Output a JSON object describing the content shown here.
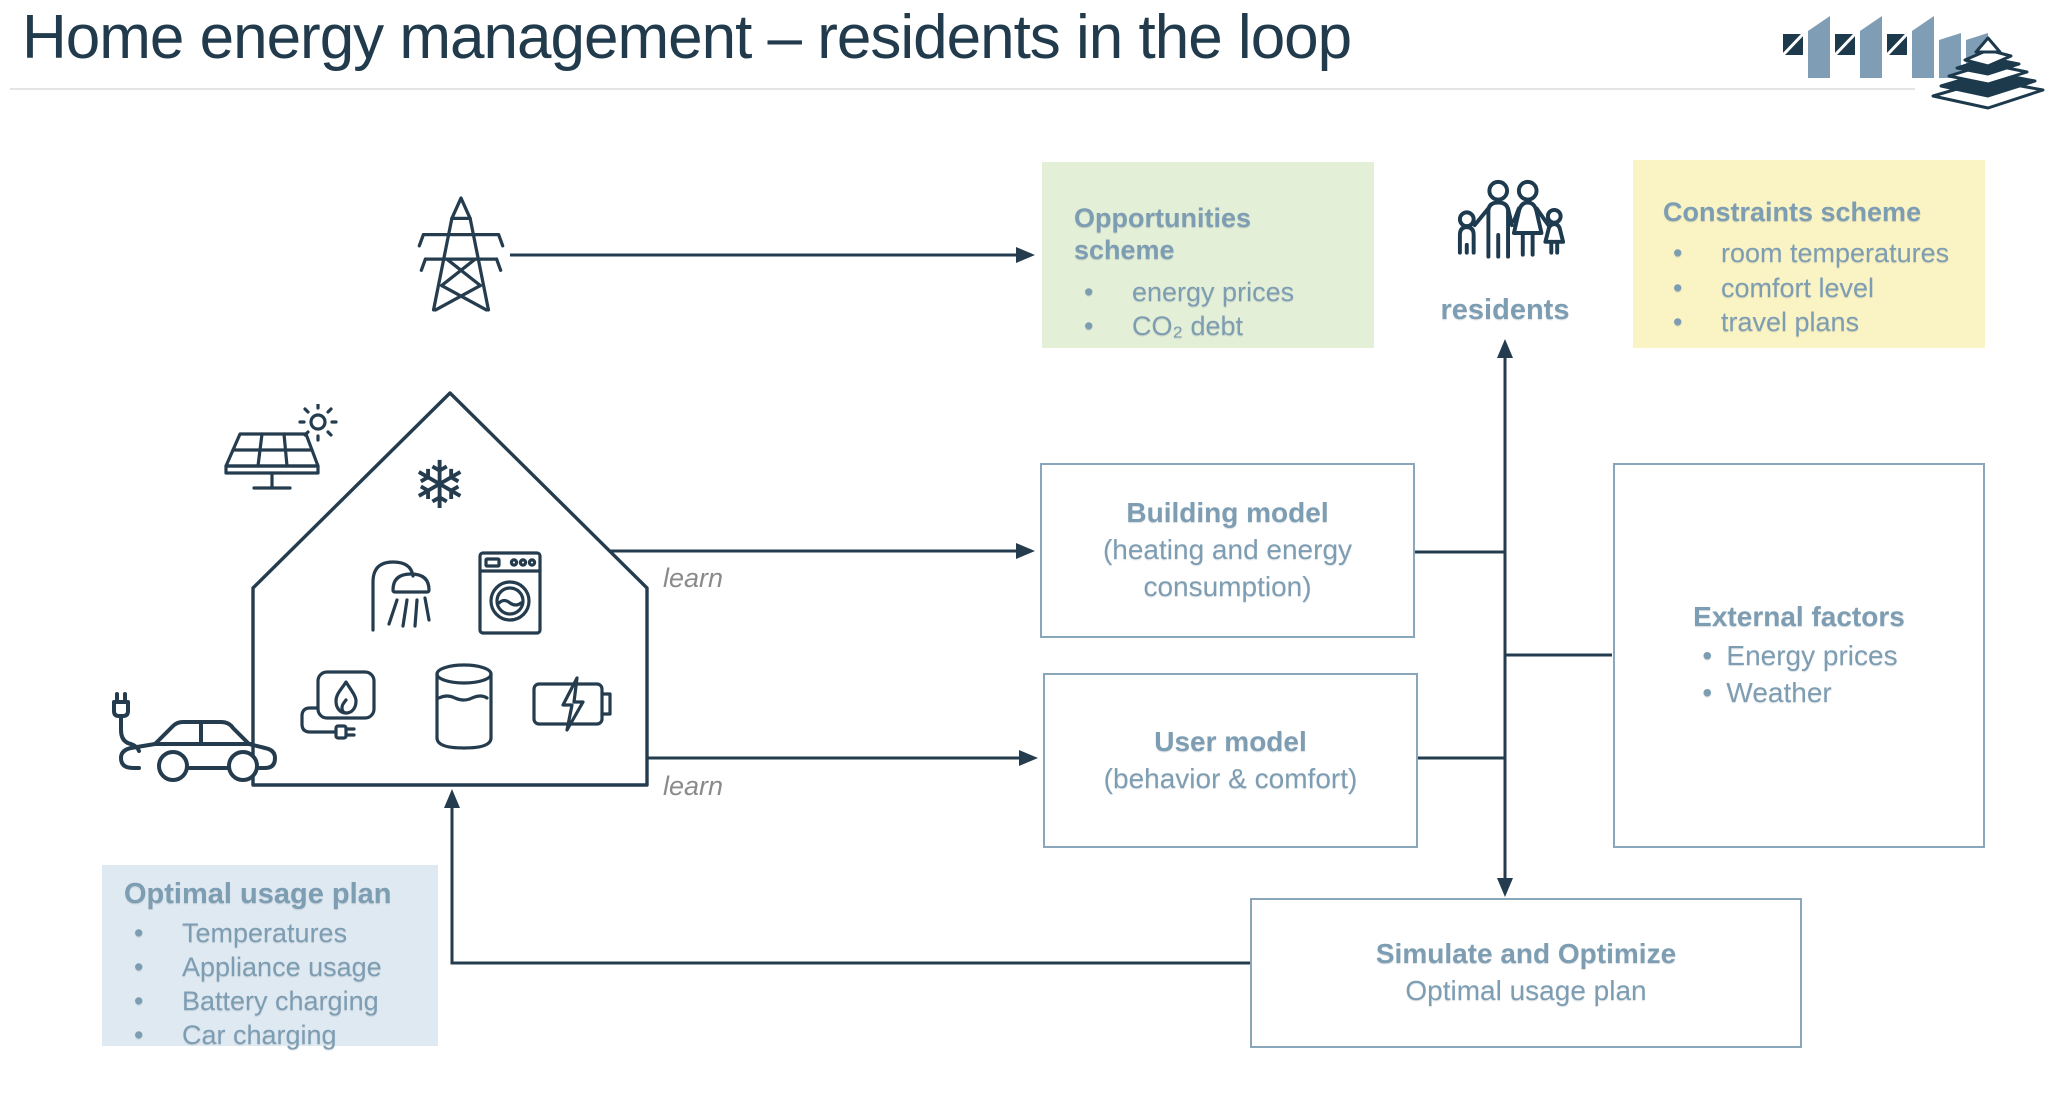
{
  "title": "Home energy management – residents in the loop",
  "labels": {
    "residents": "residents",
    "learn_top": "learn",
    "learn_bottom": "learn"
  },
  "opportunities": {
    "title": "Opportunities scheme",
    "bullets": [
      "energy prices",
      "CO₂ debt"
    ]
  },
  "constraints": {
    "title": "Constraints scheme",
    "bullets": [
      "room temperatures",
      "comfort level",
      "travel plans"
    ]
  },
  "building_model": {
    "title": "Building model",
    "subtitle": "(heating and energy consumption)"
  },
  "user_model": {
    "title": "User model",
    "subtitle": "(behavior & comfort)"
  },
  "external_factors": {
    "title": "External factors",
    "bullets": [
      "Energy prices",
      "Weather"
    ]
  },
  "simulate": {
    "title": "Simulate and Optimize",
    "subtitle": "Optimal usage plan"
  },
  "optimal_plan": {
    "title": "Optimal usage plan",
    "bullets": [
      "Temperatures",
      "Appliance usage",
      "Battery charging",
      "Car charging"
    ]
  },
  "icons": {
    "snowflake_glyph": "❄",
    "names": [
      "company-logo",
      "power-tower-icon",
      "family-icon",
      "house-icon",
      "solar-panel-icon",
      "snowflake-icon",
      "shower-icon",
      "washing-machine-icon",
      "heater-plug-icon",
      "water-tank-icon",
      "battery-icon",
      "electric-car-icon"
    ]
  },
  "colors": {
    "navy": "#213b4c",
    "steel_text": "#7d9db3",
    "line": "#243c4e",
    "box_border": "#8aa6ba",
    "green_bg": "#e4efd8",
    "yellow_bg": "#faf4c5",
    "blue_bg": "#dfe9f1",
    "learn_gray": "#8b8b8b"
  }
}
